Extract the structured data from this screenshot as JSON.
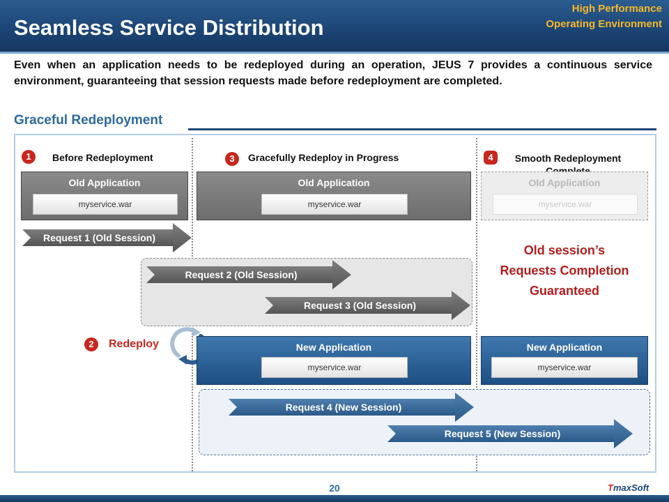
{
  "header": {
    "title": "Seamless Service Distribution",
    "corner_line1": "High Performance",
    "corner_line2": "Operating Environment"
  },
  "intro": "Even when an application needs to be redeployed during an operation, JEUS 7 provides a continuous service environment, guaranteeing that session requests made before redeployment are completed.",
  "section": {
    "title": "Graceful Redeployment"
  },
  "steps": [
    {
      "num": "1",
      "label": "Before Redeployment"
    },
    {
      "num": "2",
      "label": "Redeploy"
    },
    {
      "num": "3",
      "label": "Gracefully Redeploy in Progress"
    },
    {
      "num": "4",
      "label": "Smooth Redeployment Complete"
    }
  ],
  "apps": {
    "old_title": "Old Application",
    "new_title": "New Application",
    "war": "myservice.war"
  },
  "requests": [
    {
      "label": "Request 1 (Old Session)",
      "kind": "old"
    },
    {
      "label": "Request 2 (Old Session)",
      "kind": "old"
    },
    {
      "label": "Request 3 (Old Session)",
      "kind": "old"
    },
    {
      "label": "Request 4 (New Session)",
      "kind": "new"
    },
    {
      "label": "Request 5 (New Session)",
      "kind": "new"
    }
  ],
  "guarantee": {
    "line1": "Old session’s",
    "line2": "Requests Completion",
    "line3": "Guaranteed"
  },
  "footer": {
    "page": "20",
    "logo_mark": "T",
    "logo_rest": "maxSoft"
  },
  "colors": {
    "header": "#1c4677",
    "accent_orange": "#f7b82a",
    "badge_red": "#c8271e",
    "guarantee_red": "#b41e1e",
    "old_grey": "#6d6d6d",
    "new_blue": "#1d4f84"
  },
  "icons": [
    "redeploy-cycle-icon"
  ]
}
